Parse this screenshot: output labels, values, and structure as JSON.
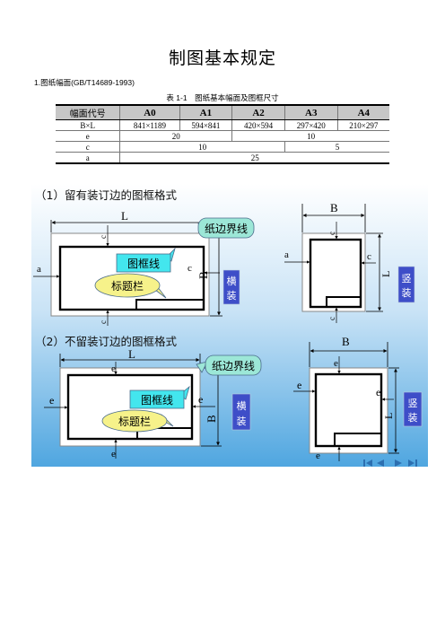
{
  "doc": {
    "title": "制图基本规定",
    "section": "1.图纸幅面(GB/T14689-1993)",
    "table_caption": "表 1-1　图纸基本幅面及图框尺寸"
  },
  "table": {
    "header": [
      "幅面代号",
      "A0",
      "A1",
      "A2",
      "A3",
      "A4"
    ],
    "bxl": {
      "label": "B×L",
      "values": [
        "841×1189",
        "594×841",
        "420×594",
        "297×420",
        "210×297"
      ]
    },
    "e": {
      "label": "e",
      "v1": "20",
      "v2": "10"
    },
    "c": {
      "label": "c",
      "v1": "10",
      "v2": "5"
    },
    "a": {
      "label": "a",
      "v1": "25"
    }
  },
  "figure": {
    "bg_top": "#ffffff",
    "bg_bottom": "#4fa6e0",
    "part1_title": "（1）留有装订边的图框格式",
    "part2_title": "（2）不留装订边的图框格式",
    "callout_border": "纸边界线",
    "callout_frame": "图框线",
    "callout_titleblock": "标题栏",
    "heng_1": "横",
    "heng_2": "装",
    "shu_1": "竖",
    "shu_2": "装",
    "dim_L": "L",
    "dim_B": "B",
    "dim_a": "a",
    "dim_c": "c",
    "dim_e": "e"
  }
}
